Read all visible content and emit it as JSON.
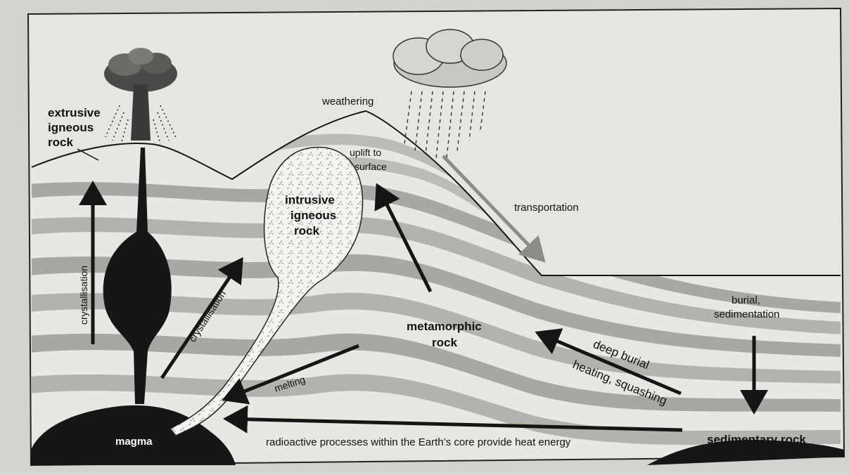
{
  "diagram": {
    "labels": {
      "extrusive": [
        "extrusive",
        "igneous",
        "rock"
      ],
      "weathering": "weathering",
      "uplift": [
        "uplift to",
        "surface"
      ],
      "transportation": "transportation",
      "intrusive": [
        "intrusive",
        "igneous",
        "rock"
      ],
      "crystallisation_left": "crystallisation",
      "crystallisation_mid": "crystallisation",
      "metamorphic": [
        "metamorphic",
        "rock"
      ],
      "burial": [
        "burial,",
        "sedimentation"
      ],
      "deep_burial": "deep burial",
      "heating": "heating, squashing",
      "melting": "melting",
      "magma": "magma",
      "radioactive": "radioactive processes within the Earth’s core provide heat energy",
      "sedimentary": "sedimentary rock"
    },
    "colors": {
      "background": "#e7e5df",
      "band_dark": "#a9a7a2",
      "band_light": "#f1efea",
      "ink": "#151515",
      "grey_arrow": "#8e8c88"
    }
  }
}
